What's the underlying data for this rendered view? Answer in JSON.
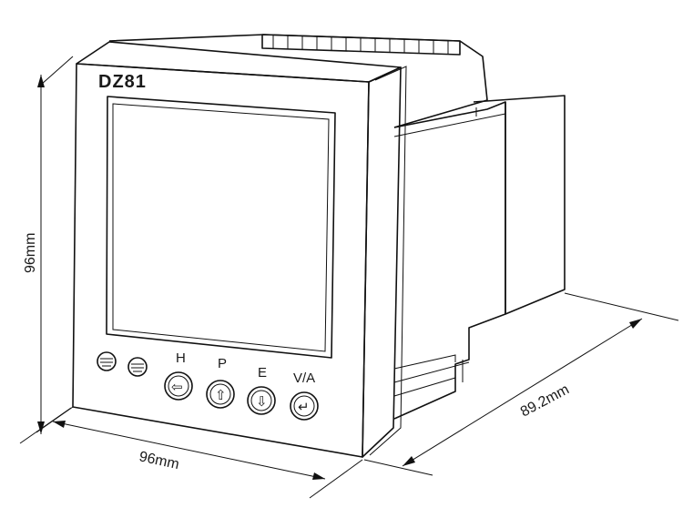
{
  "device": {
    "model": "DZ81"
  },
  "buttons": [
    {
      "label": "H",
      "glyph": "⇦",
      "icon": "arrow-left-icon"
    },
    {
      "label": "P",
      "glyph": "⇧",
      "icon": "arrow-up-icon"
    },
    {
      "label": "E",
      "glyph": "⇩",
      "icon": "arrow-down-icon"
    },
    {
      "label": "V/A",
      "glyph": "↵",
      "icon": "enter-icon"
    }
  ],
  "dimensions": {
    "height": "96mm",
    "width": "96mm",
    "depth": "89.2mm"
  }
}
